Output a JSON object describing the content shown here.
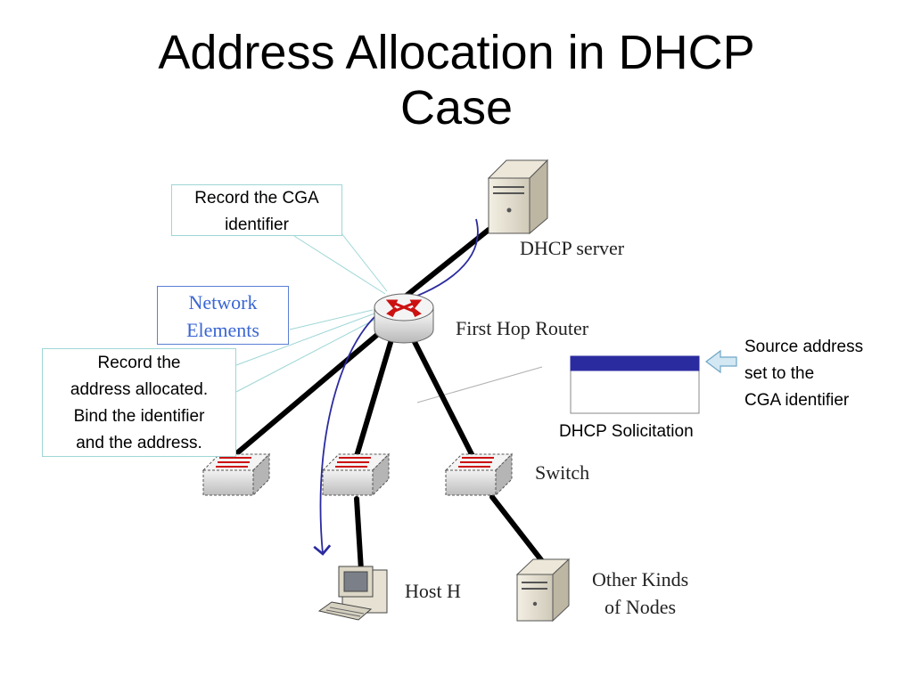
{
  "title": {
    "line1": "Address Allocation in DHCP",
    "line2": "Case"
  },
  "callouts": {
    "cga": {
      "line1": "Record the CGA",
      "line2": "identifier"
    },
    "record": {
      "line1": "Record the",
      "line2": "address allocated.",
      "line3": "Bind the identifier",
      "line4": "and the address."
    }
  },
  "network_elements": {
    "line1": "Network",
    "line2": "Elements"
  },
  "labels": {
    "dhcp_server": "DHCP server",
    "first_hop_router": "First Hop Router",
    "switch": "Switch",
    "host_h": "Host H",
    "other_kinds": {
      "line1": "Other Kinds",
      "line2": "of Nodes"
    }
  },
  "source_note": {
    "line1": "Source address",
    "line2": "set to the",
    "line3": "CGA identifier"
  },
  "dhcp_solicitation": "DHCP Solicitation",
  "colors": {
    "accent_blue": "#2b2ba0",
    "callout_border": "#9fd6d6",
    "network_elements_text": "#3a66d4",
    "router_arrows": "#cc1111"
  },
  "icons": [
    "server-icon",
    "router-icon",
    "switch-icon",
    "desktop-computer-icon",
    "left-arrow-icon"
  ]
}
